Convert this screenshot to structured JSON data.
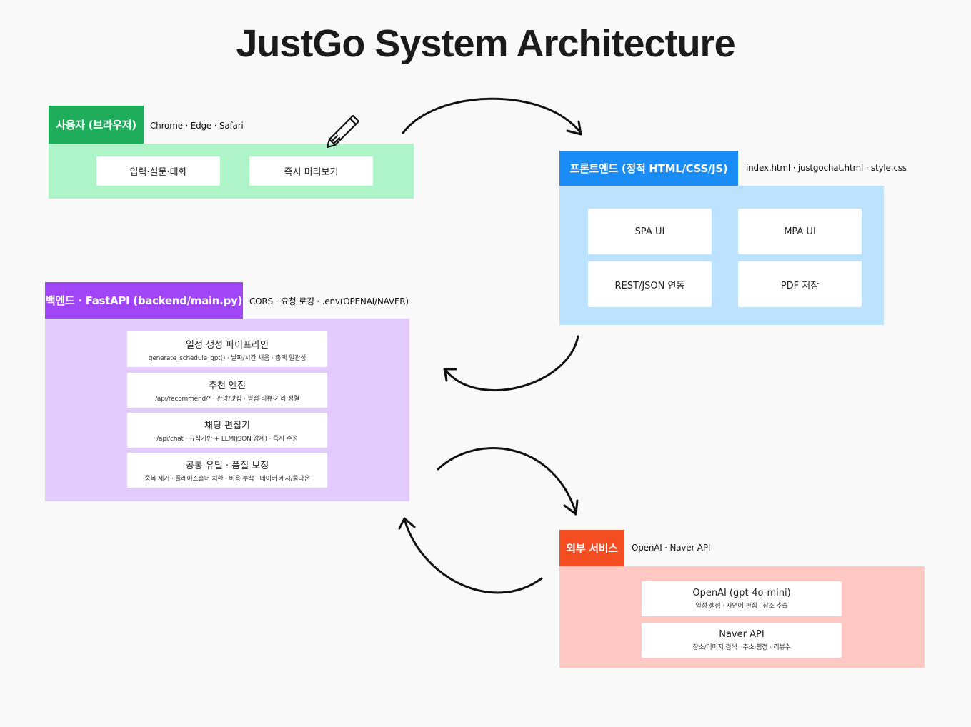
{
  "title": "JustGo System Architecture",
  "colors": {
    "user": "#1fad5c",
    "user_panel": "#aef4c8",
    "frontend": "#1a8cf5",
    "frontend_panel": "#bde2fd",
    "backend": "#a146f6",
    "backend_panel": "#e3ccfd",
    "external": "#f54d22",
    "external_panel": "#ffc8c2"
  },
  "user": {
    "tag": "사용자 (브라우저)",
    "sub": "Chrome · Edge · Safari",
    "cards": [
      {
        "title": "입력·설문·대화"
      },
      {
        "title": "즉시 미리보기"
      }
    ],
    "icon": "pencil-icon"
  },
  "frontend": {
    "tag": "프론트엔드 (정적 HTML/CSS/JS)",
    "sub": "index.html · justgochat.html · style.css",
    "cards": [
      {
        "title": "SPA UI"
      },
      {
        "title": "MPA UI"
      },
      {
        "title": "REST/JSON 연동"
      },
      {
        "title": "PDF 저장"
      }
    ]
  },
  "backend": {
    "tag": "백엔드 · FastAPI (backend/main.py)",
    "sub": "CORS · 요청 로깅 · .env(OPENAI/NAVER)",
    "cards": [
      {
        "title": "일정 생성 파이프라인",
        "desc": "generate_schedule_gpt() · 날짜/시간 채움 · 총액 일관성"
      },
      {
        "title": "추천 엔진",
        "desc": "/api/recommend/* · 관광/맛집 · 평점·리뷰·거리 정렬"
      },
      {
        "title": "채팅 편집기",
        "desc": "/api/chat · 규칙기반 + LLM(JSON 강제) · 즉시 수정"
      },
      {
        "title": "공통 유틸 · 품질 보정",
        "desc": "중복 제거 · 플레이스홀더 치환 · 비용 부착 · 네이버 캐시/쿨다운"
      }
    ]
  },
  "external": {
    "tag": "외부 서비스",
    "sub": "OpenAI · Naver API",
    "cards": [
      {
        "title": "OpenAI (gpt-4o-mini)",
        "desc": "일정 생성 · 자연어 편집 · 장소 추출"
      },
      {
        "title": "Naver API",
        "desc": "장소/이미지 검색 · 주소·평점 · 리뷰수"
      }
    ]
  }
}
